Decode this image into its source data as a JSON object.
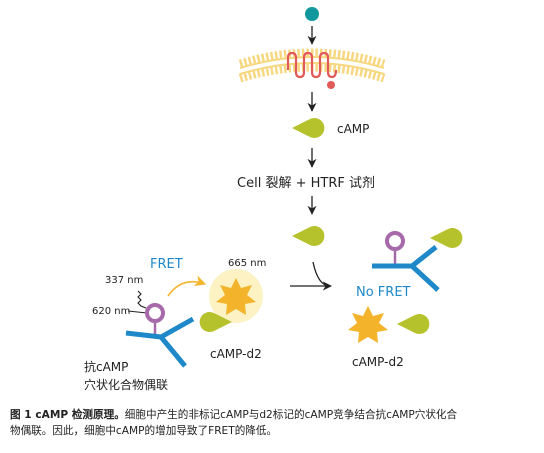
{
  "diagram": {
    "labels": {
      "camp_top": "cAMP",
      "lysis_step": "Cell 裂解 + HTRF 试剂",
      "fret": "FRET",
      "no_fret": "No FRET",
      "nm_665": "665 nm",
      "nm_337": "337 nm",
      "nm_620": "620 nm",
      "camp_d2_left": "cAMP-d2",
      "camp_d2_right": "cAMP-d2",
      "antibody_line1": "抗cAMP",
      "antibody_line2": "穴状化合物偶联"
    },
    "colors": {
      "teal": "#12979f",
      "membrane": "#f7d880",
      "receptor": "#e05a5a",
      "green": "#b6c22c",
      "blue": "#1f88c8",
      "purple": "#a66aaa",
      "orange": "#f3b42b",
      "glow": "#fdf2c4"
    }
  },
  "caption": {
    "title": "图 1  cAMP 检测原理。",
    "line1": "细胞中产生的非标记cAMP与d2标记的cAMP竞争结合抗cAMP穴状化合",
    "line2": "物偶联。因此，细胞中cAMP的增加导致了FRET的降低。"
  }
}
